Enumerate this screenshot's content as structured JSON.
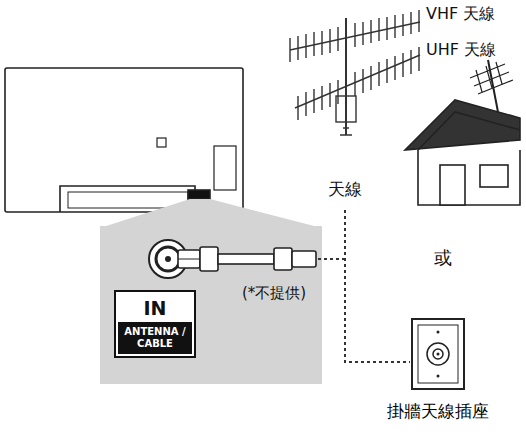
{
  "diagram": {
    "nodes": [
      {
        "text": [
          "IN",
          "ANTENNA / CABLE"
        ]
      },
      {
        "text": [
          "掛牆天線插座"
        ]
      }
    ],
    "labels": [
      "VHF 天線",
      "UHF 天線",
      "天線",
      "(*不提供)",
      "或"
    ]
  }
}
